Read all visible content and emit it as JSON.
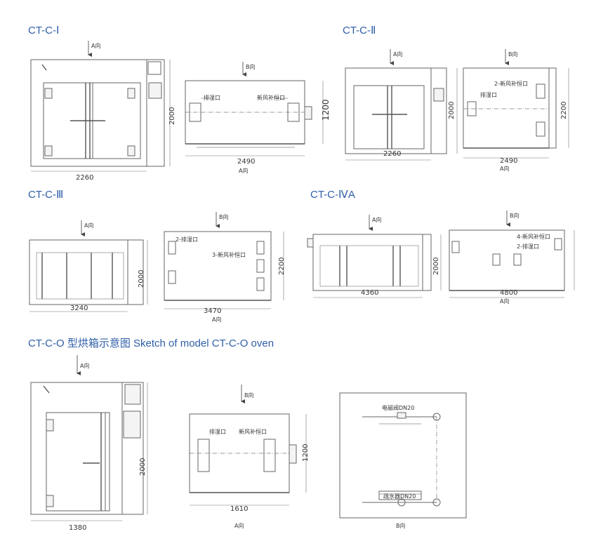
{
  "titles": {
    "ct_c_1": "CT-C-Ⅰ",
    "ct_c_2": "CT-C-Ⅱ",
    "ct_c_3": "CT-C-Ⅲ",
    "ct_c_4a": "CT-C-ⅣA",
    "ct_c_o": "CT-C-O 型烘箱示意图 Sketch of model CT-C-O oven"
  },
  "views": {
    "a_view": "A向",
    "b_view": "B向"
  },
  "labels": {
    "exhaust": "排湿口",
    "fresh_air": "新风补恒口",
    "exhaust_2": "2-排湿口",
    "fresh_air_2": "2-新风补恒口",
    "fresh_air_3": "3-新风补恒口",
    "fresh_air_4": "4-新风补恒口",
    "solenoid_valve": "电磁阀DN20",
    "trap": "疏水器DN20"
  },
  "dimensions": {
    "w_2260": "2260",
    "h_2000": "2000",
    "w_2490": "2490",
    "h_1200": "1200",
    "h_2200": "2200",
    "w_3240": "3240",
    "w_3470": "3470",
    "w_4360": "4360",
    "w_4800": "4800",
    "w_1380": "1380",
    "w_1610": "1610"
  }
}
